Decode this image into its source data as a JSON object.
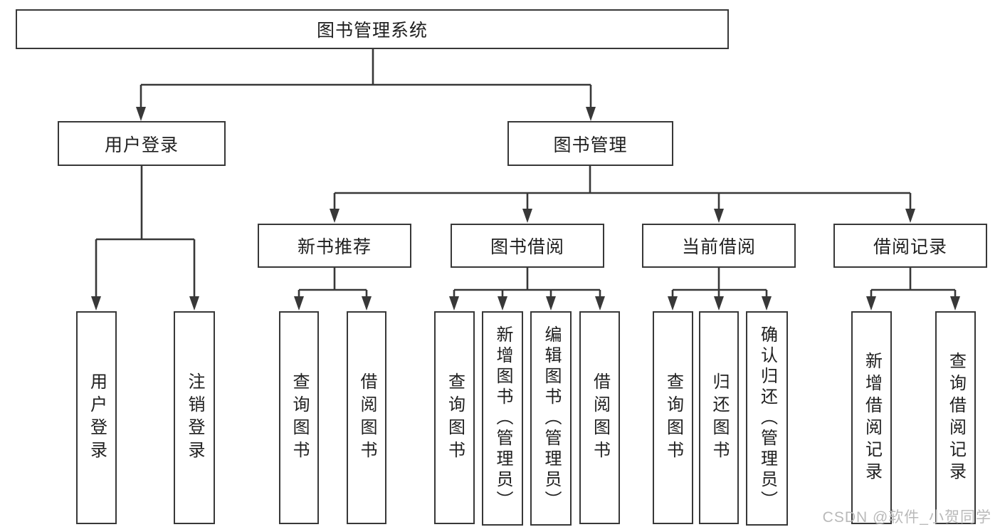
{
  "diagram": {
    "root": {
      "label": "图书管理系统"
    },
    "branches": [
      {
        "label": "用户登录",
        "children": [
          {
            "label": "用户登录"
          },
          {
            "label": "注销登录"
          }
        ]
      },
      {
        "label": "图书管理",
        "groups": [
          {
            "label": "新书推荐",
            "children": [
              {
                "label": "查询图书"
              },
              {
                "label": "借阅图书"
              }
            ]
          },
          {
            "label": "图书借阅",
            "children": [
              {
                "label": "查询图书"
              },
              {
                "label": "新增图书（管理员）"
              },
              {
                "label": "编辑图书（管理员）"
              },
              {
                "label": "借阅图书"
              }
            ]
          },
          {
            "label": "当前借阅",
            "children": [
              {
                "label": "查询图书"
              },
              {
                "label": "归还图书"
              },
              {
                "label": "确认归还（管理员）"
              }
            ]
          },
          {
            "label": "借阅记录",
            "children": [
              {
                "label": "新增借阅记录"
              },
              {
                "label": "查询借阅记录"
              }
            ]
          }
        ]
      }
    ]
  },
  "watermark": "CSDN @软件_小贺同学",
  "colors": {
    "line": "#383838",
    "text": "#1f1f1f",
    "watermark": "#b9b9b9",
    "background": "#ffffff"
  }
}
